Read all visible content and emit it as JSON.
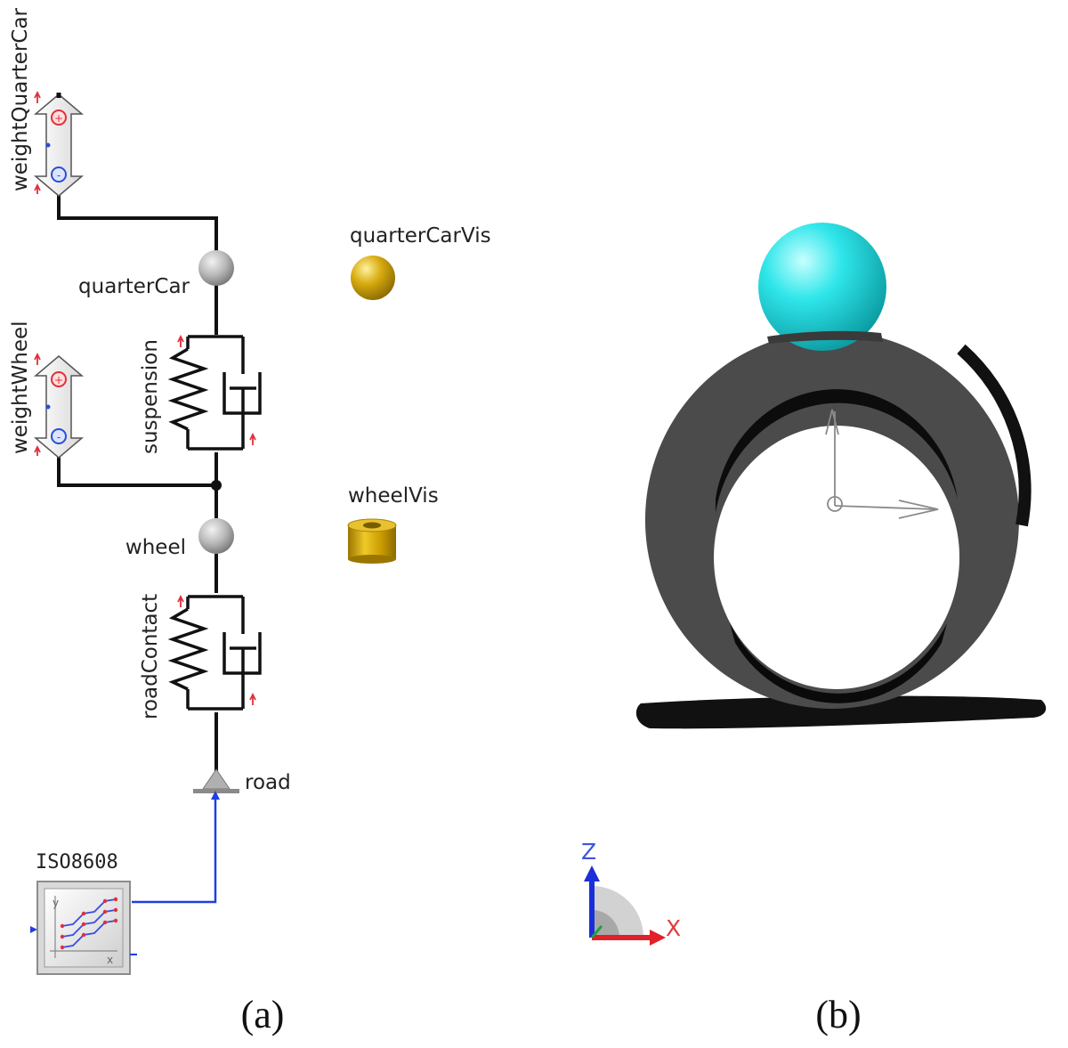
{
  "panel_a": {
    "caption": "(a)",
    "components": {
      "weight_quarter_car": "weightQuarterCar",
      "quarter_car": "quarterCar",
      "quarter_car_vis": "quarterCarVis",
      "weight_wheel": "weightWheel",
      "suspension": "suspension",
      "wheel": "wheel",
      "wheel_vis": "wheelVis",
      "road_contact": "roadContact",
      "road": "road",
      "road_profile": "ISO8608",
      "road_profile_axis_y": "y",
      "road_profile_axis_x": "x"
    }
  },
  "panel_b": {
    "caption": "(b)",
    "axis_z": "Z",
    "axis_x": "X"
  },
  "colors": {
    "connection": "#111111",
    "signal": "#1f3fe0",
    "gold": "#d4a800",
    "cyan": "#19d6dc",
    "tire": "#4a4a4a",
    "flange_plus": "#e0303a",
    "flange_minus": "#2a4fd8"
  }
}
